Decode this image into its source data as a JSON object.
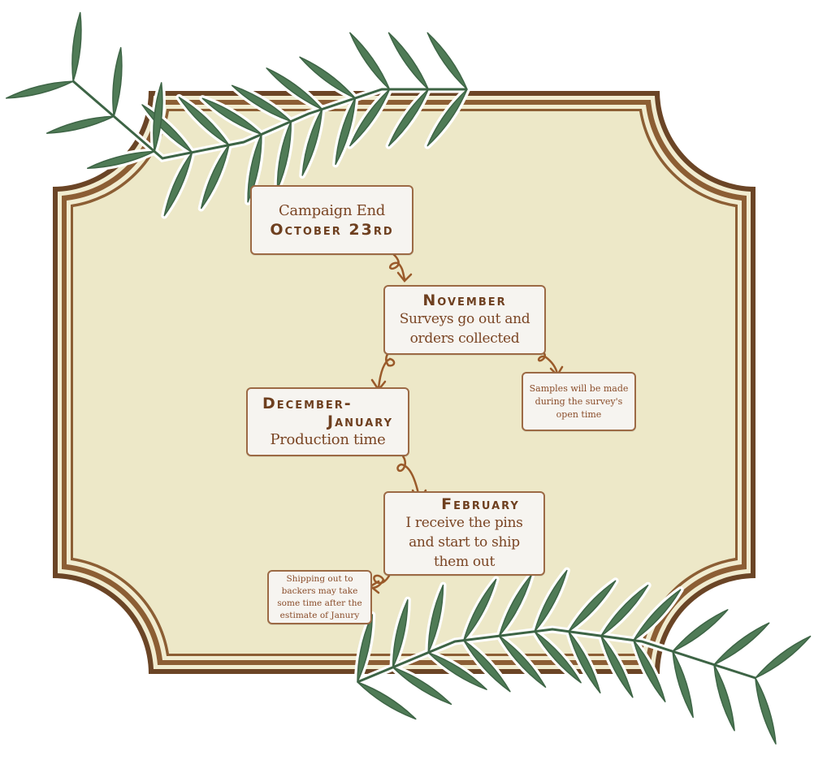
{
  "colors": {
    "frame_dark": "#6b4526",
    "frame_mid": "#8c5e34",
    "cream": "#f1ecd0",
    "fill": "#ede8c8",
    "leaf": "#4f7b56",
    "leaf_dark": "#3d6445",
    "text": "#7a4524",
    "arrow": "#9a5a2a"
  },
  "steps": [
    {
      "heading": "October 23rd",
      "body": "Campaign End"
    },
    {
      "heading": "November",
      "body": "Surveys go out and orders collected"
    },
    {
      "heading_1": "December-",
      "heading_2": "January",
      "body": "Production time"
    },
    {
      "heading": "February",
      "body": "I receive the pins and start to ship them out"
    }
  ],
  "notes": [
    {
      "text": "Samples will be made during the survey's open time"
    },
    {
      "text": "Shipping out to backers may take some time after the estimate of Janury"
    }
  ]
}
